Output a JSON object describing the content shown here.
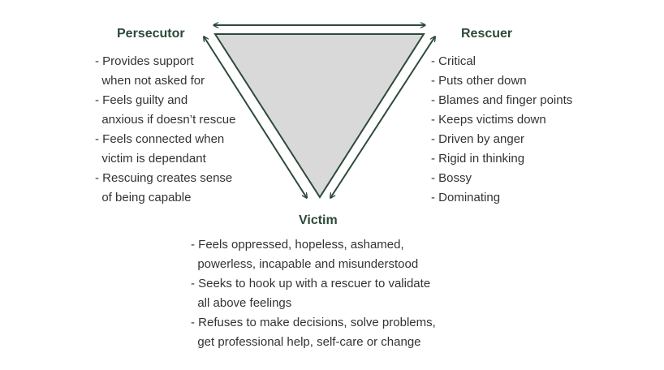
{
  "colors": {
    "accent": "#2d4a3a",
    "triangle_fill": "#d9d9d9",
    "text": "#333333"
  },
  "roles": {
    "persecutor": {
      "title": "Persecutor",
      "lines": [
        "- Provides support",
        "  when not asked for",
        "- Feels guilty and",
        "  anxious if doesn’t rescue",
        "- Feels connected when",
        "  victim is dependant",
        "- Rescuing creates sense",
        "  of being capable"
      ]
    },
    "rescuer": {
      "title": "Rescuer",
      "lines": [
        "- Critical",
        "- Puts other down",
        "- Blames and finger points",
        "- Keeps victims down",
        "- Driven by anger",
        "- Rigid in thinking",
        "- Bossy",
        "- Dominating"
      ]
    },
    "victim": {
      "title": "Victim",
      "lines": [
        "- Feels oppressed, hopeless, ashamed,",
        "  powerless, incapable and misunderstood",
        "- Seeks to hook up with a rescuer to validate",
        "  all above feelings",
        "- Refuses to make decisions, solve problems,",
        "  get professional help, self-care or change"
      ]
    }
  }
}
